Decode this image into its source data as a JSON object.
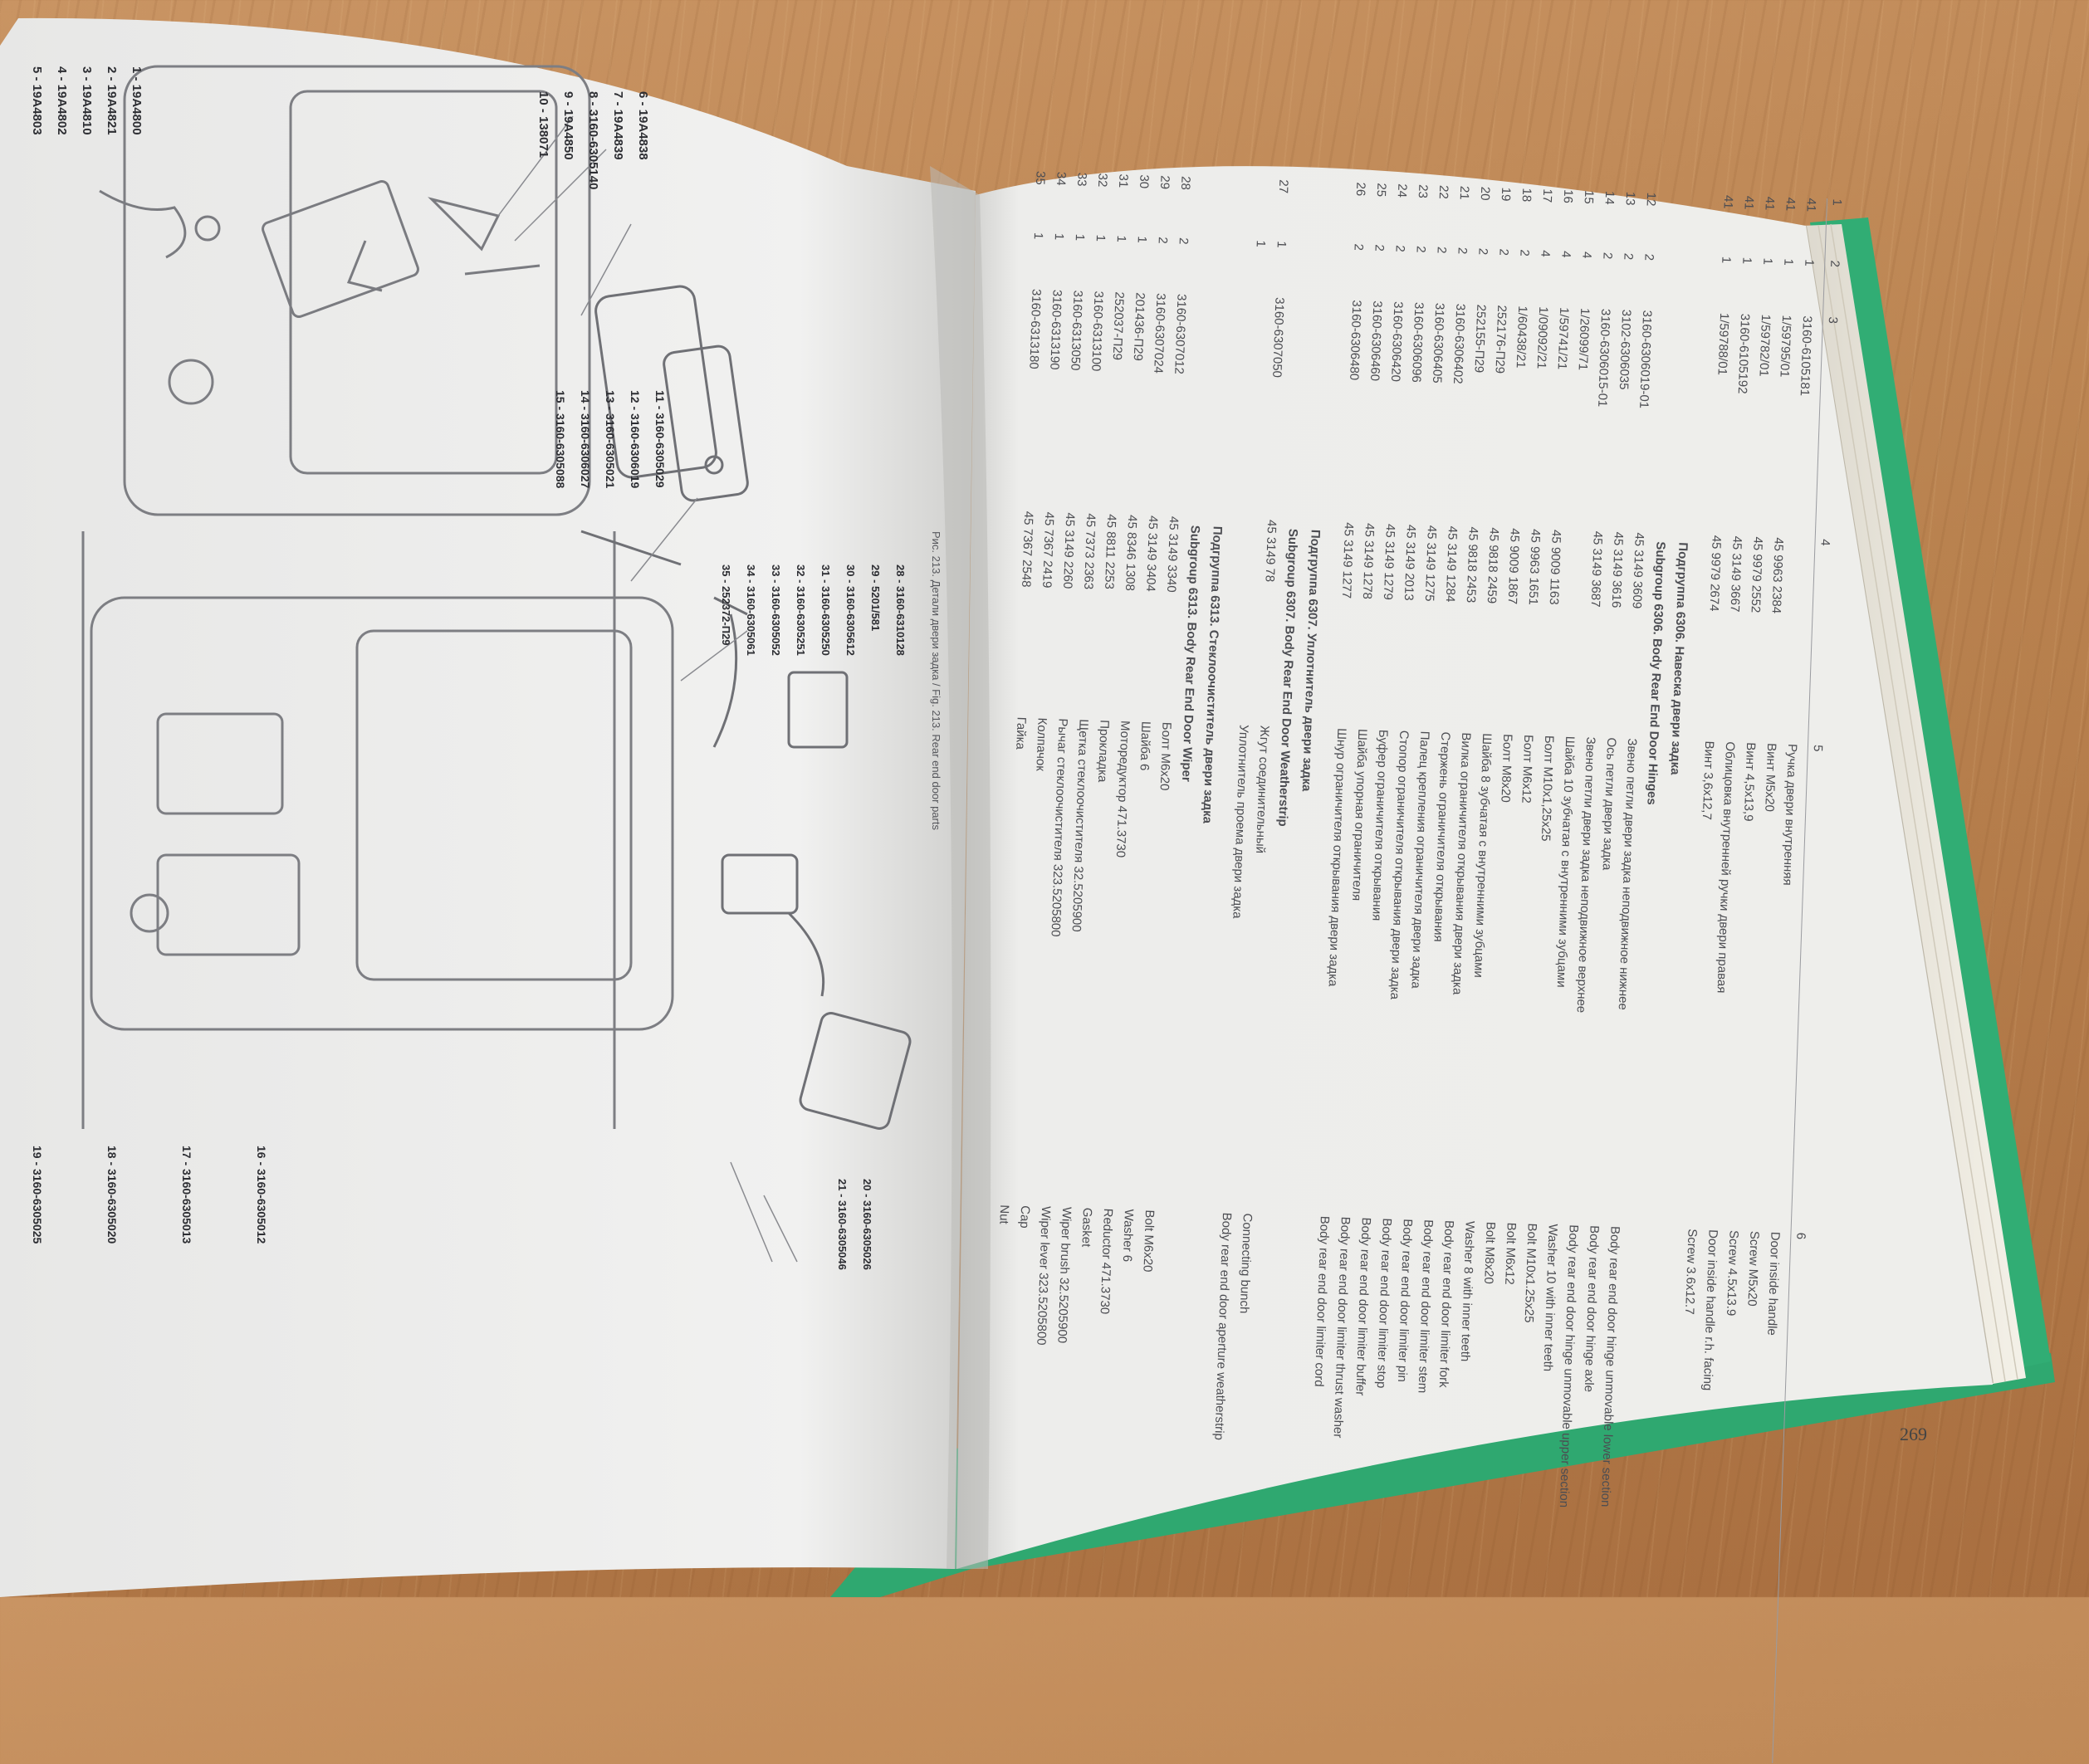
{
  "page_number": "269",
  "right_page": {
    "column_headers": [
      "1",
      "2",
      "3",
      "4",
      "5",
      "6"
    ],
    "rows": [
      {
        "item": "41",
        "qty": "1",
        "part": "3160-6105181",
        "hw": "",
        "ru": "Ручка двери внутренняя",
        "en": "Door inside handle"
      },
      {
        "item": "41",
        "qty": "1",
        "part": "1/59795/01",
        "hw": "45 9963 2384",
        "ru": "Винт М5х20",
        "en": "Screw M5x20"
      },
      {
        "item": "41",
        "qty": "1",
        "part": "1/59782/01",
        "hw": "45 9979 2552",
        "ru": "Винт 4,5х13,9",
        "en": "Screw 4.5x13.9"
      },
      {
        "item": "41",
        "qty": "1",
        "part": "3160-6105192",
        "hw": "45 3149 3667",
        "ru": "Облицовка внутренней ручки двери правая",
        "en": "Door inside handle r.h. facing"
      },
      {
        "item": "41",
        "qty": "1",
        "part": "1/59788/01",
        "hw": "45 9979 2674",
        "ru": "Винт 3,6х12,7",
        "en": "Screw 3.6x12.7"
      }
    ],
    "subgroup_6306": {
      "title_ru": "Подгруппа 6306. Навеска двери задка",
      "title_en": "Subgroup 6306. Body Rear End Door Hinges",
      "rows": [
        {
          "item": "12",
          "qty": "2",
          "part": "3160-6306019-01",
          "hw": "45 3149 3609",
          "ru": "Звено петли двери задка неподвижное нижнее",
          "en": "Body rear end door hinge unmovable lower section"
        },
        {
          "item": "13",
          "qty": "2",
          "part": "3102-6306035",
          "hw": "45 3149 3616",
          "ru": "Ось петли двери задка",
          "en": "Body rear end door hinge axle"
        },
        {
          "item": "14",
          "qty": "2",
          "part": "3160-6306015-01",
          "hw": "45 3149 3687",
          "ru": "Звено петли двери задка неподвижное верхнее",
          "en": "Body rear end door hinge unmovable upper section"
        },
        {
          "item": "15",
          "qty": "4",
          "part": "1/26099/71",
          "hw": "",
          "ru": "Шайба 10 зубчатая с внутренними зубцами",
          "en": "Washer 10 with inner teeth"
        },
        {
          "item": "16",
          "qty": "4",
          "part": "1/59741/21",
          "hw": "45 9009 1163",
          "ru": "Болт М10х1,25х25",
          "en": "Bolt M10x1.25x25"
        },
        {
          "item": "17",
          "qty": "4",
          "part": "1/09092/21",
          "hw": "45 9963 1651",
          "ru": "Болт М6х12",
          "en": "Bolt M6x12"
        },
        {
          "item": "18",
          "qty": "2",
          "part": "1/60438/21",
          "hw": "45 9009 1867",
          "ru": "Болт М8х20",
          "en": "Bolt M8x20"
        },
        {
          "item": "19",
          "qty": "2",
          "part": "252176-П29",
          "hw": "45 9818 2459",
          "ru": "Шайба 8 зубчатая с внутренними зубцами",
          "en": "Washer 8 with inner teeth"
        },
        {
          "item": "20",
          "qty": "2",
          "part": "252155-П29",
          "hw": "45 9818 2453",
          "ru": "Вилка ограничителя открывания двери задка",
          "en": "Body rear end door limiter fork"
        },
        {
          "item": "21",
          "qty": "2",
          "part": "3160-6306402",
          "hw": "45 3149 1284",
          "ru": "Стержень ограничителя открывания",
          "en": "Body rear end door limiter stem"
        },
        {
          "item": "22",
          "qty": "2",
          "part": "3160-6306405",
          "hw": "45 3149 1275",
          "ru": "Палец крепления ограничителя двери задка",
          "en": "Body rear end door limiter pin"
        },
        {
          "item": "23",
          "qty": "2",
          "part": "3160-6306096",
          "hw": "45 3149 2013",
          "ru": "Стопор ограничителя открывания двери задка",
          "en": "Body rear end door limiter stop"
        },
        {
          "item": "24",
          "qty": "2",
          "part": "3160-6306420",
          "hw": "45 3149 1279",
          "ru": "Буфер ограничителя открывания",
          "en": "Body rear end door limiter buffer"
        },
        {
          "item": "25",
          "qty": "2",
          "part": "3160-6306460",
          "hw": "45 3149 1278",
          "ru": "Шайба упорная ограничителя",
          "en": "Body rear end door limiter thrust washer"
        },
        {
          "item": "26",
          "qty": "2",
          "part": "3160-6306480",
          "hw": "45 3149 1277",
          "ru": "Шнур ограничителя открывания двери задка",
          "en": "Body rear end door limiter cord"
        }
      ]
    },
    "subgroup_6307": {
      "title_ru": "Подгруппа 6307. Уплотнитель двери задка",
      "title_en": "Subgroup 6307. Body Rear End Door Weatherstrip",
      "rows": [
        {
          "item": "27",
          "qty": "1",
          "part": "3160-6307050",
          "hw": "45 3149 78",
          "ru": "Жгут соединительный",
          "en": "Connecting bunch"
        },
        {
          "item": "",
          "qty": "1",
          "part": "",
          "hw": "",
          "ru": "Уплотнитель проема двери задка",
          "en": "Body rear end door aperture weatherstrip"
        }
      ]
    },
    "subgroup_6313": {
      "title_ru": "Подгруппа 6313. Стеклоочиститель двери задка",
      "title_en": "Subgroup 6313. Body Rear End Door Wiper",
      "rows": [
        {
          "item": "28",
          "qty": "2",
          "part": "3160-6307012",
          "hw": "45 3149 3340",
          "ru": "Болт М6х20",
          "en": "Bolt M6x20"
        },
        {
          "item": "29",
          "qty": "2",
          "part": "3160-6307024",
          "hw": "45 3149 3404",
          "ru": "Шайба 6",
          "en": "Washer 6"
        },
        {
          "item": "30",
          "qty": "1",
          "part": "201436-П29",
          "hw": "45 8346 1308",
          "ru": "Мотоpедуктор 471.3730",
          "en": "Reductor 471.3730"
        },
        {
          "item": "31",
          "qty": "1",
          "part": "252037-П29",
          "hw": "45 8811 2253",
          "ru": "Прокладка",
          "en": "Gasket"
        },
        {
          "item": "32",
          "qty": "1",
          "part": "3160-6313100",
          "hw": "45 7373 2363",
          "ru": "Щетка стеклоочистителя 32.5205900",
          "en": "Wiper brush 32.5205900"
        },
        {
          "item": "33",
          "qty": "1",
          "part": "3160-6313050",
          "hw": "45 3149 2260",
          "ru": "Рычаг стеклоочистителя 323.5205800",
          "en": "Wiper lever 323.5205800"
        },
        {
          "item": "34",
          "qty": "1",
          "part": "3160-6313190",
          "hw": "45 7367 2419",
          "ru": "Колпачок",
          "en": "Cap"
        },
        {
          "item": "35",
          "qty": "1",
          "part": "3160-6313180",
          "hw": "45 7367 2548",
          "ru": "Гайка",
          "en": "Nut"
        }
      ]
    }
  },
  "left_page": {
    "top_callouts": [
      "1 - 19A4800",
      "2 - 19A4821",
      "3 - 19A4810",
      "4 - 19A4802",
      "5 - 19A4803",
      "6 - 19A4838",
      "7 - 19A4839",
      "8 - 3160-6305140",
      "9 - 19A4850",
      "10 - 138071",
      "11 - 3160-6305029",
      "12 - 3160-6306019",
      "13 - 3160-6305021",
      "14 - 3160-6306027",
      "15 - 3160-6305088"
    ],
    "bottom_callouts": [
      "16 - 3160-6305012",
      "17 - 3160-6305013",
      "18 - 3160-6305020",
      "19 - 3160-6305025",
      "20 - 3160-6305026",
      "21 - 3160-6305046"
    ],
    "diagram_callouts": [
      "28 - 3160-6310128",
      "29 - 5201/581",
      "30 - 3160-6305612",
      "31 - 3160-6305250",
      "32 - 3160-6305251",
      "33 - 3160-6305052",
      "34 - 3160-6305061",
      "35 - 252372-П29"
    ],
    "figure_caption": "Рис. 213. Детали двери задка / Fig. 213. Rear end door parts"
  },
  "colors": {
    "wood": "#b9824f",
    "paper": "#f0f0ee",
    "ink": "#4c4d52",
    "cover_green": "#2fa870"
  }
}
